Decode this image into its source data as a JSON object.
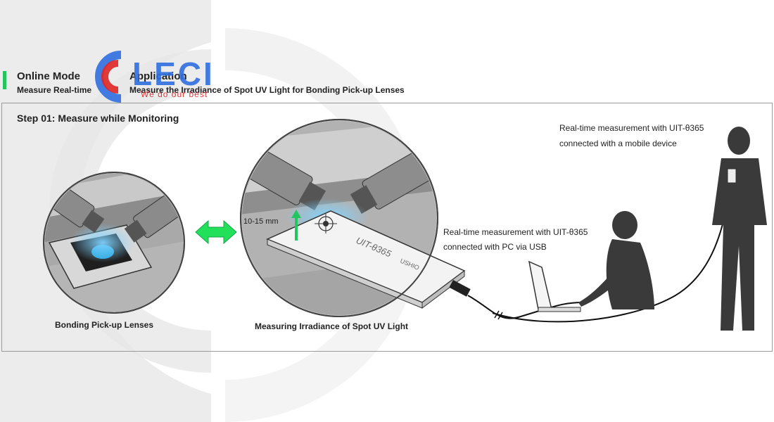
{
  "header": {
    "mode_label": "Online Mode",
    "application_label": "Application",
    "mode_subtitle": "Measure Real-time",
    "application_subtitle": "Measure the Irradiance of Spot UV Light for Bonding Pick-up Lenses"
  },
  "logo": {
    "wordmark": "LECI",
    "tagline": "We do our best"
  },
  "step": {
    "title": "Step 01: Measure while Monitoring"
  },
  "illustration": {
    "left_caption": "Bonding Pick-up Lenses",
    "center_caption": "Measuring Irradiance of Spot UV Light",
    "distance_label": "10-15 mm",
    "device_model": "UIT-θ365",
    "device_brand": "USHIO",
    "pc_note_line1": "Real-time measurement with UIT-θ365",
    "pc_note_line2": "connected with PC via USB",
    "mobile_note_line1": "Real-time measurement with UIT-θ365",
    "mobile_note_line2": "connected with a mobile device"
  },
  "colors": {
    "accent_green": "#22c55e",
    "logo_blue": "#2f6fe0",
    "logo_red": "#e02525",
    "uv_glow": "#7fd3ff"
  }
}
